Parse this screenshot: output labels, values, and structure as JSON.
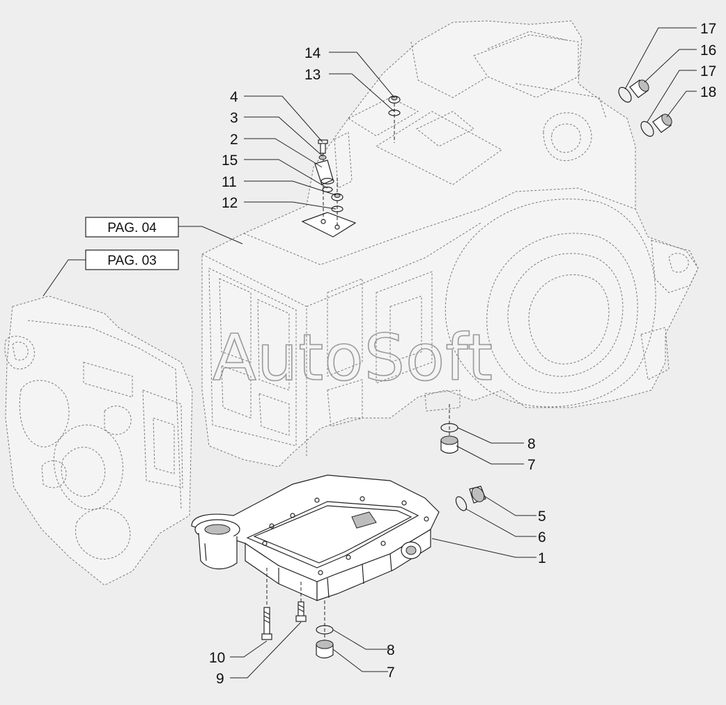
{
  "watermark": "AutoSoft",
  "page_refs": [
    {
      "id": "pag04",
      "label": "PAG. 04"
    },
    {
      "id": "pag03",
      "label": "PAG. 03"
    }
  ],
  "callouts": [
    {
      "id": "c17a",
      "label": "17"
    },
    {
      "id": "c16",
      "label": "16"
    },
    {
      "id": "c17b",
      "label": "17"
    },
    {
      "id": "c18",
      "label": "18"
    },
    {
      "id": "c14",
      "label": "14"
    },
    {
      "id": "c13",
      "label": "13"
    },
    {
      "id": "c4",
      "label": "4"
    },
    {
      "id": "c3",
      "label": "3"
    },
    {
      "id": "c2",
      "label": "2"
    },
    {
      "id": "c15",
      "label": "15"
    },
    {
      "id": "c11",
      "label": "11"
    },
    {
      "id": "c12",
      "label": "12"
    },
    {
      "id": "c8a",
      "label": "8"
    },
    {
      "id": "c7a",
      "label": "7"
    },
    {
      "id": "c5",
      "label": "5"
    },
    {
      "id": "c6",
      "label": "6"
    },
    {
      "id": "c1",
      "label": "1"
    },
    {
      "id": "c8b",
      "label": "8"
    },
    {
      "id": "c7b",
      "label": "7"
    },
    {
      "id": "c10",
      "label": "10"
    },
    {
      "id": "c9",
      "label": "9"
    }
  ]
}
